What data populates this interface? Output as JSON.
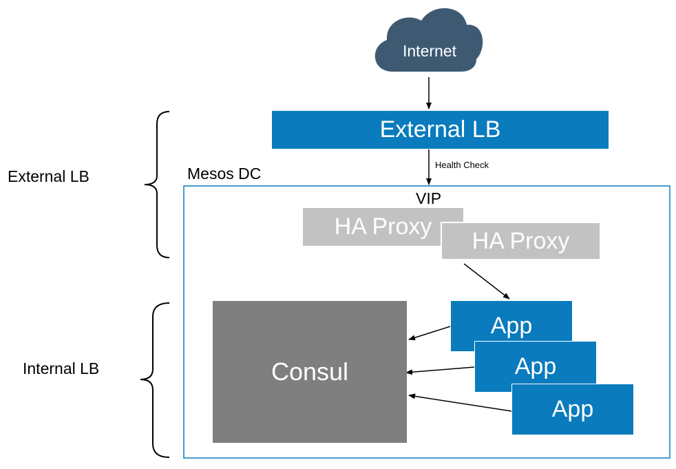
{
  "cloud": {
    "label": "Internet"
  },
  "external_lb_box": {
    "label": "External LB"
  },
  "health_check": {
    "label": "Health Check"
  },
  "mesos_dc": {
    "label": "Mesos DC"
  },
  "vip": {
    "label": "VIP"
  },
  "ha_proxies": [
    {
      "label": "HA Proxy"
    },
    {
      "label": "HA Proxy"
    }
  ],
  "consul": {
    "label": "Consul"
  },
  "apps": [
    {
      "label": "App"
    },
    {
      "label": "App"
    },
    {
      "label": "App"
    }
  ],
  "brackets": {
    "external": "External LB",
    "internal": "Internal LB"
  },
  "colors": {
    "cloud": "#3e5a73",
    "primary_blue": "#0a7bbd",
    "ha_proxy_gray": "#c2c2c2",
    "consul_gray": "#7f7f7f",
    "frame": "#0a7bbd"
  }
}
